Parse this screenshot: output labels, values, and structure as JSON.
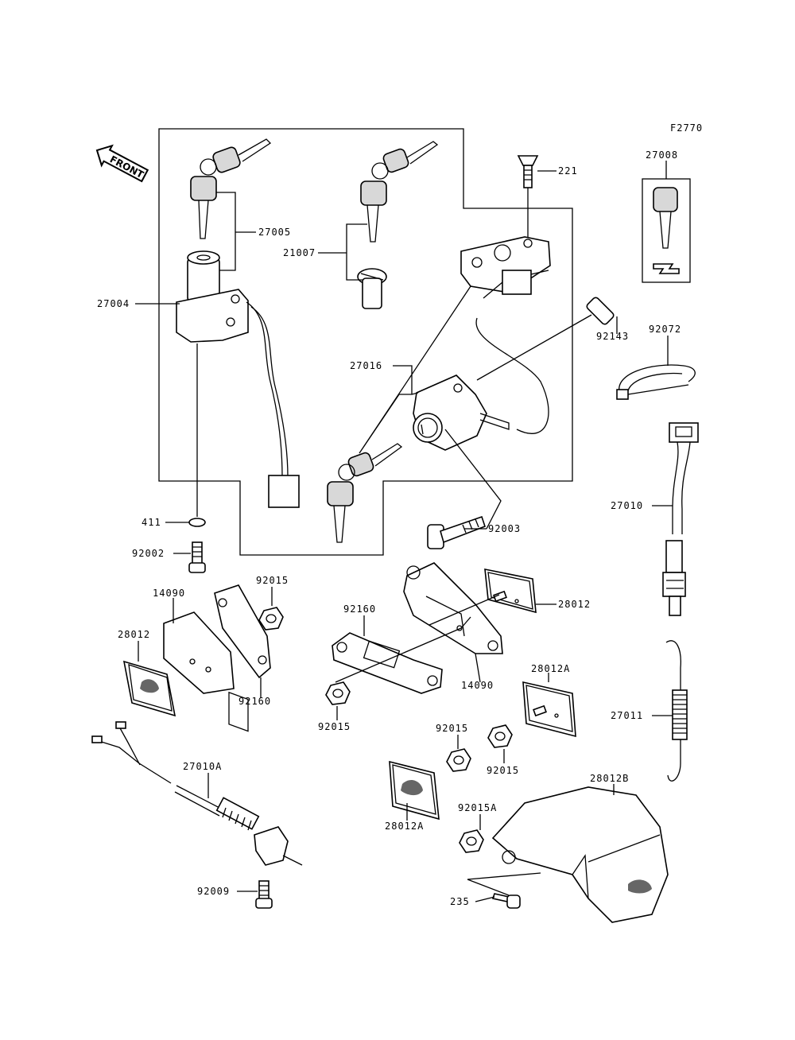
{
  "figure_code": "F2770",
  "front_label": "FRONT",
  "parts": {
    "p221": "221",
    "p27008": "27008",
    "p27005": "27005",
    "p21007": "21007",
    "p27004": "27004",
    "p92143": "92143",
    "p92072": "92072",
    "p27016": "27016",
    "p27010": "27010",
    "p411": "411",
    "p92003": "92003",
    "p92002": "92002",
    "p92015_a": "92015",
    "p14090_a": "14090",
    "p28012_a": "28012",
    "p92160_a": "92160",
    "p92160_b": "92160",
    "p28012_b": "28012",
    "p14090_b": "14090",
    "p28012A_a": "28012A",
    "p92015_b": "92015",
    "p92015_c": "92015",
    "p92015_d": "92015",
    "p27011": "27011",
    "p27010A": "27010A",
    "p28012B": "28012B",
    "p28012A_b": "28012A",
    "p92015A": "92015A",
    "p92009": "92009",
    "p235": "235"
  }
}
